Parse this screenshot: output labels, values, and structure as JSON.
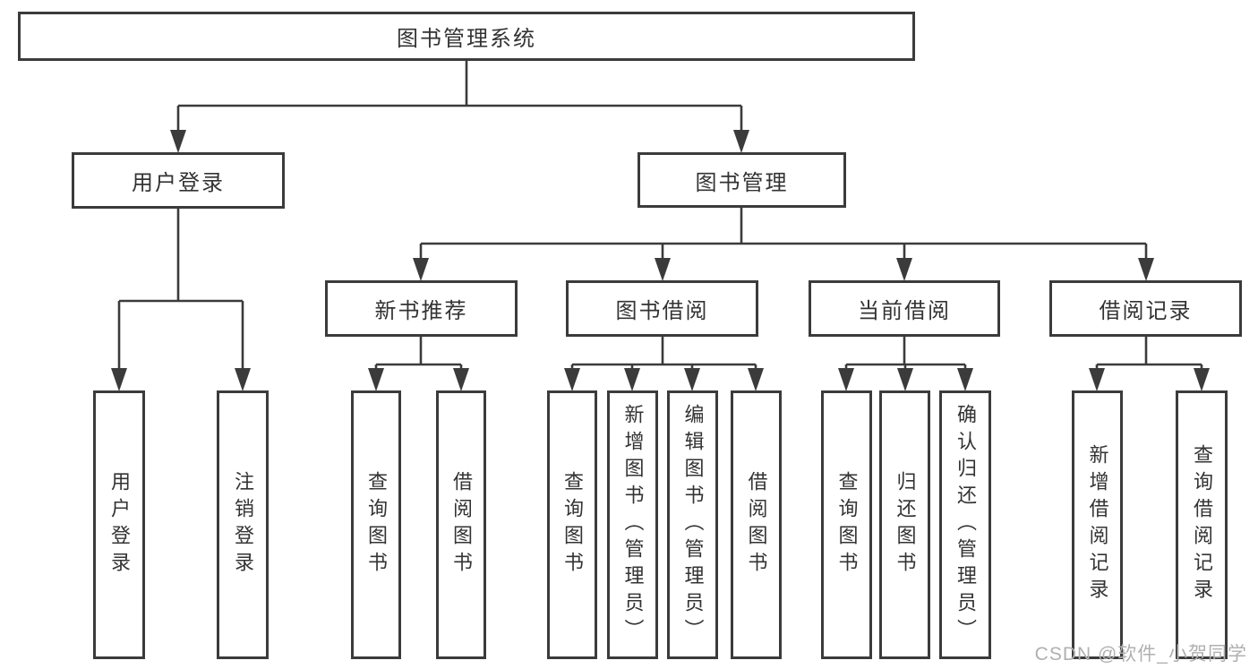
{
  "tree": {
    "label": "图书管理系统",
    "children": [
      {
        "label": "用户登录",
        "children": [
          {
            "label": "用户登录"
          },
          {
            "label": "注销登录"
          }
        ]
      },
      {
        "label": "图书管理",
        "children": [
          {
            "label": "新书推荐",
            "children": [
              {
                "label": "查询图书"
              },
              {
                "label": "借阅图书"
              }
            ]
          },
          {
            "label": "图书借阅",
            "children": [
              {
                "label": "查询图书"
              },
              {
                "label": "新增图书（管理员）"
              },
              {
                "label": "编辑图书（管理员）"
              },
              {
                "label": "借阅图书"
              }
            ]
          },
          {
            "label": "当前借阅",
            "children": [
              {
                "label": "查询图书"
              },
              {
                "label": "归还图书"
              },
              {
                "label": "确认归还（管理员）"
              }
            ]
          },
          {
            "label": "借阅记录",
            "children": [
              {
                "label": "新增借阅记录"
              },
              {
                "label": "查询借阅记录"
              }
            ]
          }
        ]
      }
    ]
  },
  "watermark": {
    "text": "CSDN @软件_小贺同学"
  },
  "colors": {
    "line": "#3b3b3b",
    "box_border": "#3b3b3b",
    "text": "#333333",
    "background": "#ffffff",
    "watermark": "#b0b0b0"
  }
}
